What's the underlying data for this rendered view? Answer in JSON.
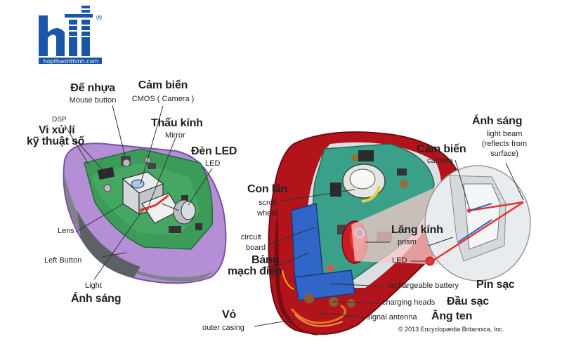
{
  "logo": {
    "url_text": "hopthanhthinh.com",
    "registered": "®",
    "brand_color": "#1a56a8"
  },
  "left_mouse": {
    "labels": {
      "de_nhua": "Đế nhựa",
      "mouse_button": "Mouse button",
      "cam_bien": "Cảm biến",
      "cmos": "CMOS ( Camera )",
      "dsp": "DSP",
      "vi_xu_li_1": "Vi xử lí",
      "vi_xu_li_2": "kỹ thuật số",
      "thau_kinh": "Thấu kính",
      "mirror": "Mirror",
      "den_led": "Đèn LED",
      "led": "LED",
      "lens": "Lens",
      "left_button": "Left Button",
      "light": "Light",
      "anh_sang": "Ánh sáng"
    }
  },
  "right_mouse": {
    "labels": {
      "con_lan": "Con lăn",
      "scroll_1": "scroll",
      "scroll_2": "wheel",
      "circuit_1": "circuit",
      "circuit_2": "board",
      "bang_mach_1": "Bảng",
      "bang_mach_2": "mạch điện",
      "cam_bien_camera": "Cảm biến",
      "camera": "camera",
      "anh_sang": "Ánh sáng",
      "light_beam_1": "light beam",
      "light_beam_2": "(reflects from",
      "light_beam_3": "surface)",
      "lang_kinh": "Lăng kính",
      "prism": "prism",
      "led": "LED",
      "rechargeable": "rechargeable battery",
      "pin_sac": "Pin sạc",
      "charging_heads": "charging heads",
      "dau_sac": "Đầu sạc",
      "signal_antenna": "signal antenna",
      "ang_ten": "Ăng ten",
      "vo": "Vỏ",
      "outer_casing": "outer casing"
    }
  },
  "copyright": "© 2013 Encyclopædia Britannica, Inc.",
  "colors": {
    "shell_red": "#b3141b",
    "shell_purple": "#9b6fc0",
    "pcb_green": "#2e8b57",
    "pcb_teal": "#3aa08a",
    "blue_battery": "#2f66c7",
    "lens_gray": "#cfd3d6",
    "beam_red": "#e3342f",
    "beam_pink": "#f6c9c9"
  }
}
